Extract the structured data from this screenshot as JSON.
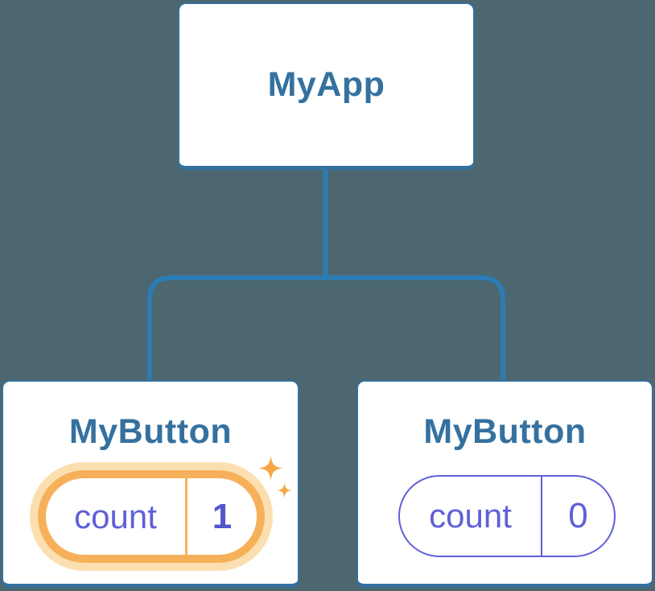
{
  "diagram": {
    "root": {
      "label": "MyApp"
    },
    "children": [
      {
        "label": "MyButton",
        "state_key": "count",
        "state_value": "1",
        "highlighted": true
      },
      {
        "label": "MyButton",
        "state_key": "count",
        "state_value": "0",
        "highlighted": false
      }
    ]
  },
  "colors": {
    "bg": "#4C6770",
    "card_bg": "#FFFFFF",
    "border_blue": "#35719F",
    "line_blue": "#2B7CB4",
    "text_blue": "#35719F",
    "purple": "#6060D9",
    "purple_value": "#5456CE",
    "orange": "#F7B05A",
    "orange_halo": "#FBDFB1",
    "sparkle": "#F6A744"
  }
}
